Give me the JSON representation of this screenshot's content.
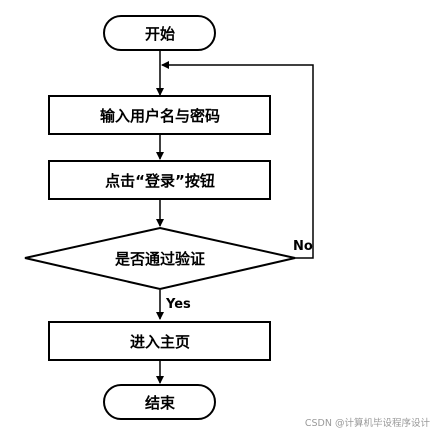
{
  "flowchart": {
    "nodes": {
      "start": "开始",
      "input": "输入用户名与密码",
      "click": "点击“登录”按钮",
      "decision": "是否通过验证",
      "home": "进入主页",
      "end": "结束"
    },
    "edges": {
      "yes": "Yes",
      "no": "No"
    },
    "colors": {
      "stroke": "#000000",
      "fill": "#ffffff",
      "text": "#000000",
      "watermark": "#9a9a9a"
    }
  },
  "watermark": "CSDN @计算机毕设程序设计"
}
